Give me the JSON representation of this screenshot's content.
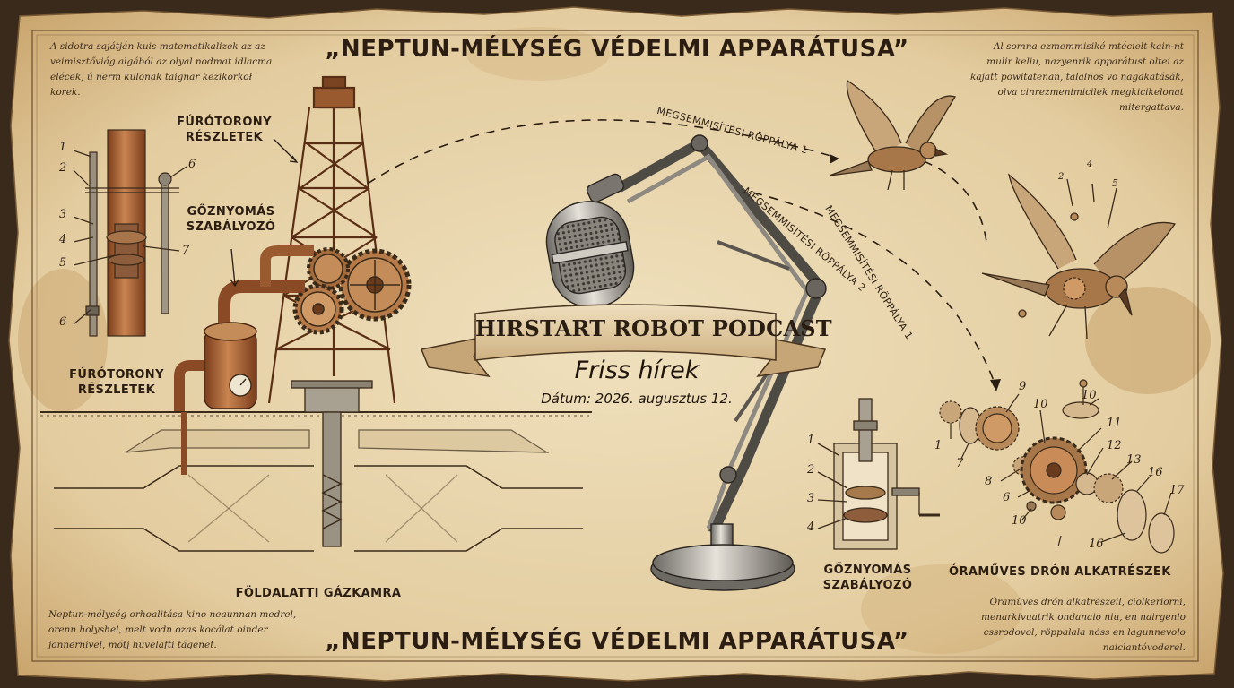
{
  "colors": {
    "parchment": "#e8d6b0",
    "ink": "#2b1d12",
    "copper": "#b06a3c",
    "rust": "#8a4a25"
  },
  "title_top": "„NEPTUN-MÉLYSÉG VÉDELMI APPARÁTUSA”",
  "title_bottom": "„NEPTUN-MÉLYSÉG VÉDELMI APPARÁTUSA”",
  "podcast": {
    "banner": "HIRSTART ROBOT PODCAST",
    "subtitle": "Friss hírek",
    "date": "Dátum: 2026. augusztus 12."
  },
  "notes": {
    "top_left": "A sidotra sajátján kuis matematikalizek az az veimisztőviág algából az olyal nodmat idlacma elécek, ú nerm kulonak taignar kezikorkoł korek.",
    "top_right": "Al somna ezmemmisiké mtécielt kain-nt mulir keliu, nazyenrik apparátust oltei az kajatt powitatenan, talalnos vo nagakatásák, olva cinrezmenimicilek megkicikelonat mitergattava.",
    "bottom_left": "Neptun-mélység orhoalitása kino neaunnan medrel, orenn holyshel, melt vodn ozas kocálat oinder jonnernivel, mótj huvelafti tágenet.",
    "bottom_right": "Óramüves drón alkatrészeil, ciolkeriorni, menarkivuatrik ondanaio niu, en nairgenlo cssrodovol, röppalala nóss en lagunnevolo naiclantóvoderel."
  },
  "labels": {
    "drill_detail_top": "FÚRÓTORONY RÉSZLETEK",
    "drill_detail_left": "FÚRÓTORONY RÉSZLETEK",
    "steam_regulator_top": "GŐZNYOMÁS SZABÁLYOZÓ",
    "steam_regulator_bottom": "GŐZNYOMÁS SZABÁLYOZÓ",
    "gas_chamber": "FÖLDALATTI GÁZKAMRA",
    "drone_parts": "ÓRAMŰVES DRÓN ALKATRÉSZEK",
    "trajectory_1": "MEGSEMMISÍTÉSI RÖPPÁLYA 1",
    "trajectory_2a": "MEGSEMMISÍTÉSI RÖPPÁLYA 1",
    "trajectory_2b": "MEGSEMMISÍTÉSI RÖPPÁLYA 2"
  },
  "part_numbers": {
    "drill": [
      "1",
      "2",
      "3",
      "4",
      "5",
      "6",
      "6",
      "7"
    ],
    "regulator": [
      "1",
      "2",
      "3",
      "4"
    ],
    "bird_parts": [
      "2",
      "4",
      "5"
    ],
    "drone": [
      "1",
      "7",
      "9",
      "10",
      "8",
      "6",
      "10",
      "11",
      "12",
      "13",
      "16",
      "16",
      "17",
      "10"
    ]
  },
  "icons": [
    "microphone-icon",
    "drilling-tower-icon",
    "steam-boiler-icon",
    "mechanical-bird-icon",
    "gear-icon",
    "pressure-gauge-icon"
  ]
}
